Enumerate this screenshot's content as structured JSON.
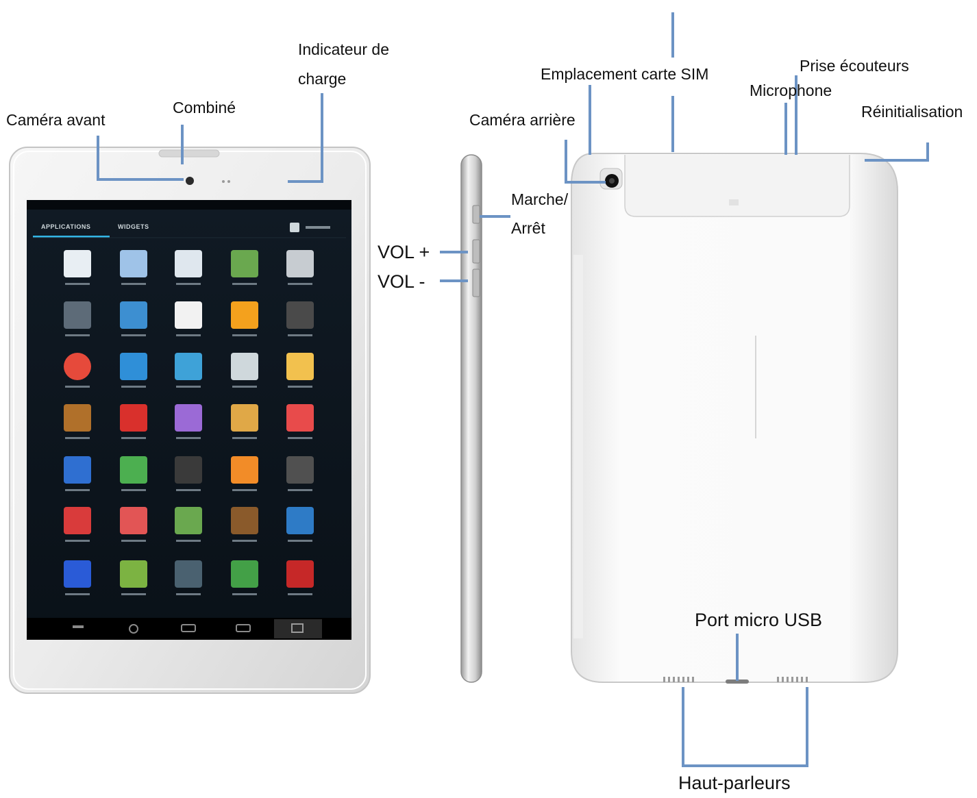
{
  "labels": {
    "front_camera": "Caméra avant",
    "earpiece": "Combiné",
    "charge_indicator_line1": "Indicateur de",
    "charge_indicator_line2": "charge",
    "power_line1": "Marche/",
    "power_line2": "Arrêt",
    "vol_up": "VOL +",
    "vol_down": "VOL -",
    "rear_camera": "Caméra arrière",
    "sim_slot": "Emplacement carte SIM",
    "headphone_jack": "Prise écouteurs",
    "microphone": "Microphone",
    "reset": "Réinitialisation",
    "micro_usb": "Port micro USB",
    "speakers": "Haut-parleurs"
  },
  "screen": {
    "tabs": [
      "APPLICATIONS",
      "WIDGETS"
    ]
  },
  "colors": {
    "callout_line": "#6c93c4",
    "device_frame": "#d9d9d9",
    "screen": "#0e1620",
    "tab_underline": "#33b5e5"
  }
}
